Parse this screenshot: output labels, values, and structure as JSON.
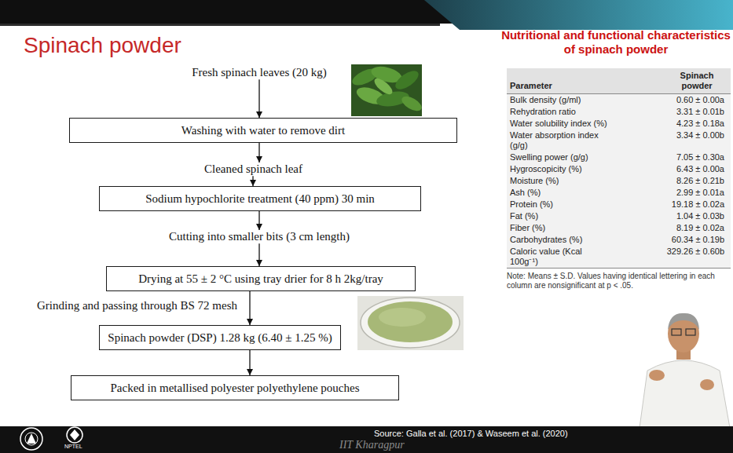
{
  "diagram": {
    "title": "Spinach powder",
    "nodes": [
      {
        "text": [
          "Fresh spinach leaves (20 kg)"
        ]
      },
      {
        "text": [
          "Washing with water to remove dirt"
        ]
      },
      {
        "text": [
          "Cleaned spinach leaf"
        ]
      },
      {
        "text": [
          "Sodium hypochlorite treatment (40 ppm) 30 min"
        ]
      },
      {
        "text": [
          "Cutting into smaller bits (3 cm length)"
        ]
      },
      {
        "text": [
          "Drying at 55 ± 2 °C using tray drier for 8 h 2kg/tray"
        ]
      },
      {
        "text": [
          "Spinach powder (DSP) 1.28 kg (6.40 ± 1.25 %)"
        ]
      },
      {
        "text": [
          "Packed in metallised polyester polyethylene pouches"
        ]
      }
    ],
    "edges": [
      {
        "from": 0,
        "to": 1,
        "arrow": "to"
      },
      {
        "from": 1,
        "to": 2,
        "arrow": "to"
      },
      {
        "from": 2,
        "to": 3,
        "arrow": "to"
      },
      {
        "from": 3,
        "to": 4,
        "arrow": "to"
      },
      {
        "from": 4,
        "to": 5,
        "arrow": "to"
      },
      {
        "from": 5,
        "to": 6,
        "label": "Grinding and passing through BS 72 mesh",
        "arrow": "to"
      },
      {
        "from": 6,
        "to": 7,
        "arrow": "to"
      }
    ],
    "labels": [
      "Nutritional and functional characteristics of spinach powder",
      "Parameter",
      "Spinach powder",
      "Bulk density (g/ml)",
      "0.60 ± 0.00a",
      "Rehydration ratio",
      "3.31 ± 0.01b",
      "Water solubility index (%)",
      "4.23 ± 0.18a",
      "Water absorption index (g/g)",
      "3.34 ± 0.00b",
      "Swelling power (g/g)",
      "7.05 ± 0.30a",
      "Hygroscopicity (%)",
      "6.43 ± 0.00a",
      "Moisture (%)",
      "8.26 ± 0.21b",
      "Ash (%)",
      "2.99 ± 0.01a",
      "Protein (%)",
      "19.18 ± 0.02a",
      "Fat (%)",
      "1.04 ± 0.03b",
      "Fiber (%)",
      "8.19 ± 0.02a",
      "Carbohydrates (%)",
      "60.34 ± 0.19b",
      "Caloric value (Kcal 100g⁻¹)",
      "329.26 ± 0.60b",
      "Note: Means ± S.D. Values having identical lettering in each column are nonsignificant at p < .05.",
      "Source: Galla et al. (2017) & Waseem et al. (2020)",
      "NPTEL",
      "IIT Kharagpur"
    ]
  }
}
